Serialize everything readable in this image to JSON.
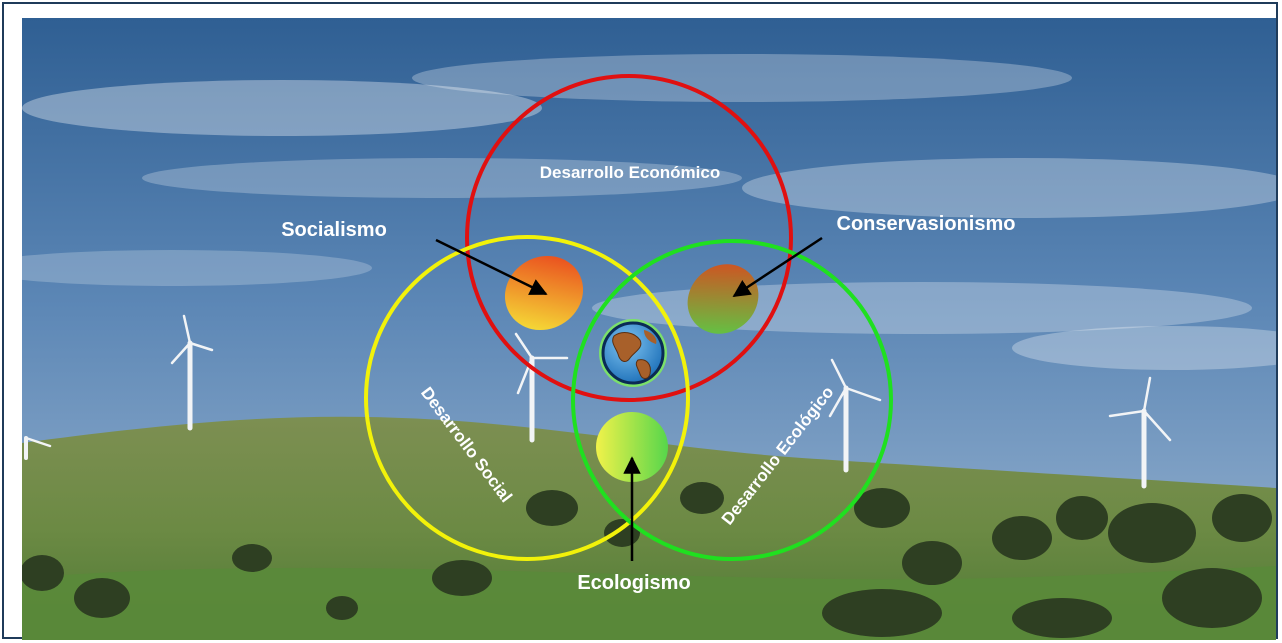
{
  "diagram": {
    "circles": {
      "economic": {
        "label": "Desarrollo Económico",
        "color": "#e01010"
      },
      "social": {
        "label": "Desarrollo Social",
        "color": "#f2f20a"
      },
      "ecological": {
        "label": "Desarrollo Ecológico",
        "color": "#1fe01f"
      }
    },
    "intersections": {
      "socialismo": "Socialismo",
      "conservacionismo": "Conservasionismo",
      "ecologismo": "Ecologismo"
    }
  },
  "background": {
    "description_icon": "wind-farm-landscape-photo"
  },
  "center_icon": "globe-icon"
}
